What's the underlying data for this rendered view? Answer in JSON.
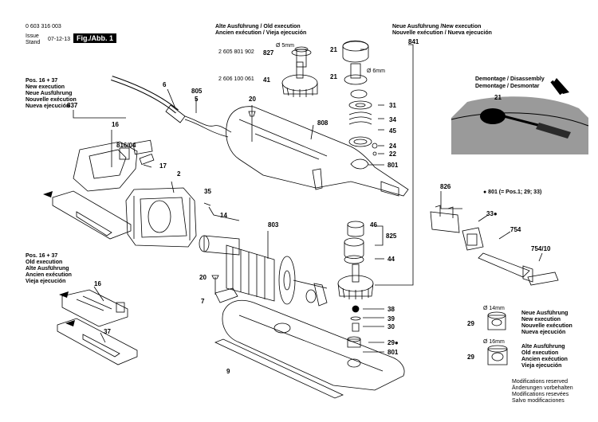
{
  "header": {
    "doc_number": "0 603 316 003",
    "issue_label": "Issue",
    "stand_label": "Stand",
    "date": "07-12-13",
    "figure_label": "Fig./Abb. 1"
  },
  "exec_old_title": [
    "Alte Ausführung / Old execution",
    "Ancien exécution / Vieja ejecución"
  ],
  "exec_new_title": [
    "Neue Ausführung /New execution",
    "Nouvelle exécution / Nueva ejecución"
  ],
  "pos_new": [
    "Pos. 16 + 37",
    "New execution",
    "Neue Ausführung",
    "Nouvelle exécution",
    "Nueva ejecución"
  ],
  "pos_old": [
    "Pos. 16 + 37",
    "Old execution",
    "Alte Ausführung",
    "Ancien exécution",
    "Vieja ejecución"
  ],
  "disassembly": [
    "Demontage / Disassembly",
    "Demontage / Desmontar"
  ],
  "set_note": "● 801 (= Pos.1; 29; 33)",
  "dia_14": "Ø 14mm",
  "dia_16": "Ø 16mm",
  "dia_5": "Ø 5mm",
  "dia_6": "Ø 6mm",
  "new_exec_block": [
    "Neue Ausführung",
    "New execution",
    "Nouvelle exécution",
    "Nueva ejecución"
  ],
  "old_exec_block": [
    "Alte Ausführung",
    "Old execution",
    "Ancien exécution",
    "Vieja ejecución"
  ],
  "codes": {
    "c827": "2 605 801 902",
    "c41": "2 606 100 061"
  },
  "footer": [
    "Modifications reserved",
    "Änderungen vorbehalten",
    "Modifications resevées",
    "Salvo modificaciones"
  ],
  "parts": {
    "p6": "6",
    "p805": "805",
    "p5": "5",
    "p837": "837",
    "p16a": "16",
    "p81604": "816/04",
    "p17": "17",
    "p2": "2",
    "p35": "35",
    "p14": "14",
    "p803": "803",
    "p20a": "20",
    "p808": "808",
    "p20b": "20",
    "p7": "7",
    "p9": "9",
    "p21a": "21",
    "p827": "827",
    "p41a": "41",
    "p841": "841",
    "p21b": "21",
    "p31": "31",
    "p34": "34",
    "p45": "45",
    "p24": "24",
    "p22": "22",
    "p801a": "801",
    "p46": "46",
    "p825": "825",
    "p44": "44",
    "p38": "38",
    "p39": "39",
    "p30": "30",
    "p29a": "29●",
    "p801b": "801",
    "p826": "826",
    "p33": "33●",
    "p754": "754",
    "p75410": "754/10",
    "p29b": "29",
    "p29c": "29",
    "p16b": "16",
    "p37": "37",
    "p21c": "21"
  }
}
